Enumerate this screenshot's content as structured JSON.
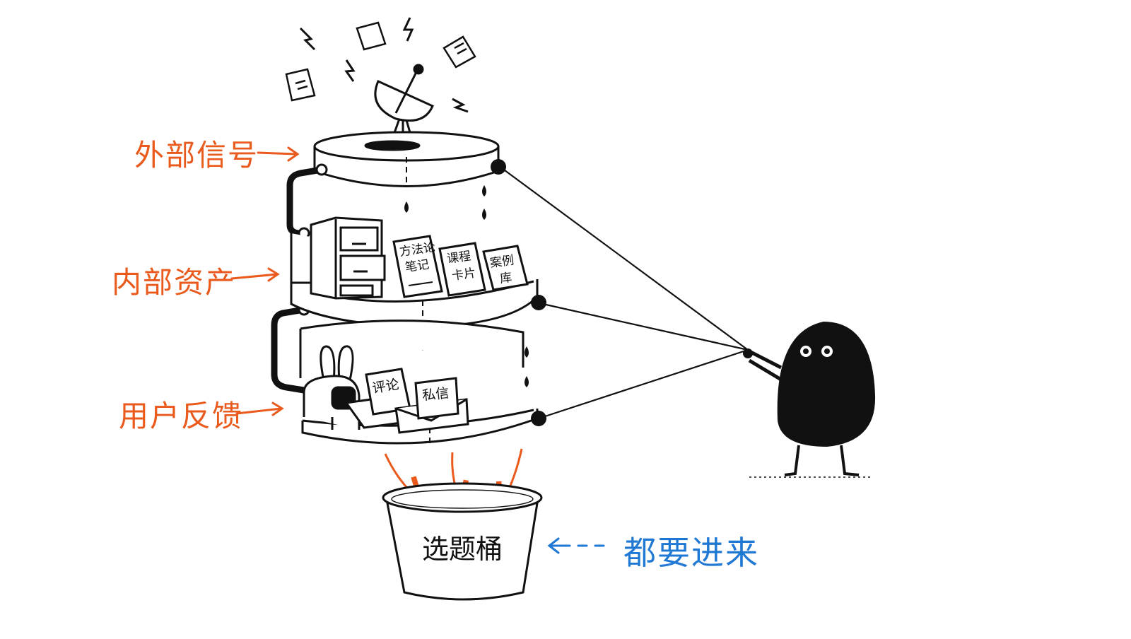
{
  "labels": {
    "external": "外部信号",
    "internal": "内部资产",
    "feedback": "用户反馈",
    "all_in": "都要进来"
  },
  "bucket": {
    "label": "选题桶"
  },
  "cards": {
    "card1_line1": "方法论",
    "card1_line2": "笔记",
    "card2_line1": "课程",
    "card2_line2": "卡片",
    "card3_line1": "案例",
    "card3_line2": "库"
  },
  "envelopes": {
    "comment": "评论",
    "dm": "私信"
  },
  "colors": {
    "accent_orange": "#ea5a1c",
    "accent_blue": "#1f78d4",
    "ink": "#111111"
  }
}
